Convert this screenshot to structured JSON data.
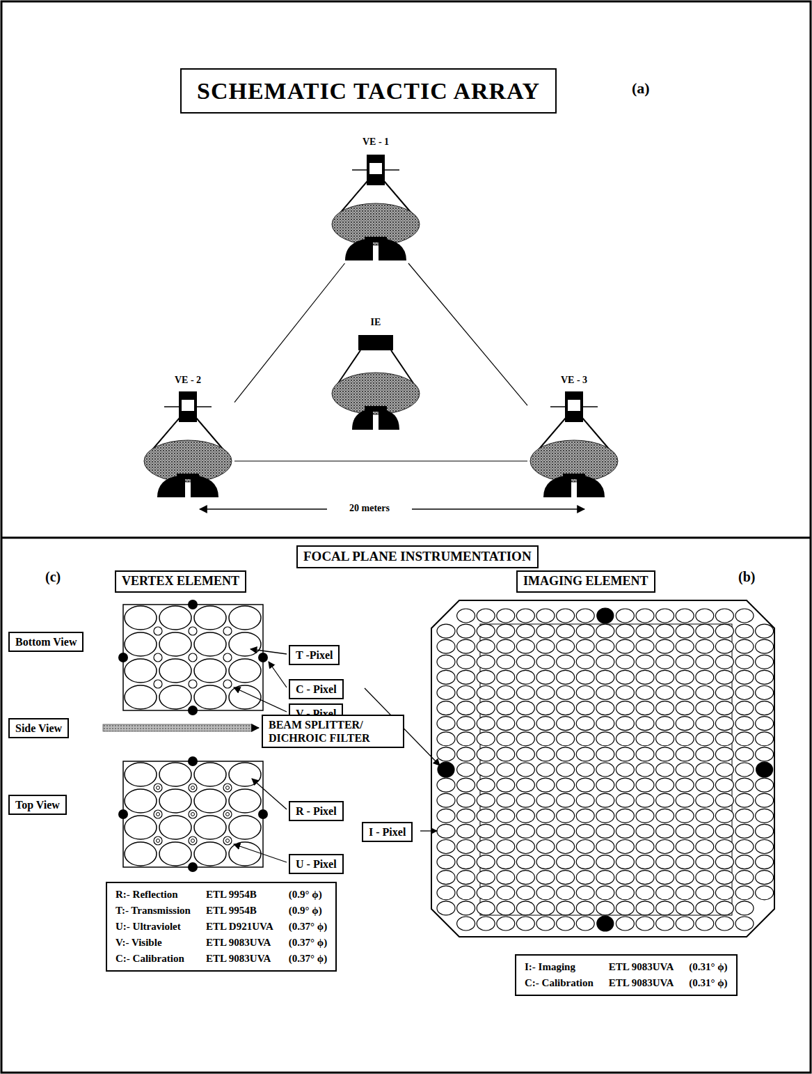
{
  "diagram": {
    "title": "SCHEMATIC TACTIC ARRAY",
    "nodes": [
      {
        "text": [
          "SCHEMATIC TACTIC ARRAY"
        ]
      },
      {
        "text": [
          "VE - 1"
        ]
      },
      {
        "text": [
          "IE"
        ]
      },
      {
        "text": [
          "VE - 2"
        ]
      },
      {
        "text": [
          "VE - 3"
        ]
      },
      {
        "text": [
          "FOCAL PLANE INSTRUMENTATION"
        ]
      },
      {
        "text": [
          "VERTEX ELEMENT"
        ]
      },
      {
        "text": [
          "IMAGING ELEMENT"
        ]
      },
      {
        "text": [
          "T -Pixel"
        ]
      },
      {
        "text": [
          "Bottom View"
        ]
      },
      {
        "text": [
          "C - Pixel"
        ]
      },
      {
        "text": [
          "V - Pixel"
        ]
      },
      {
        "text": [
          "Side View"
        ]
      },
      {
        "text": [
          "BEAM SPLITTER/ DICHROIC FILTER"
        ]
      },
      {
        "text": [
          "R - Pixel"
        ]
      },
      {
        "text": [
          "I - Pixel"
        ]
      },
      {
        "text": [
          "Top View"
        ]
      },
      {
        "text": [
          "U - Pixel"
        ]
      },
      {
        "text": [
          "R:- Reflection",
          "ETL 9954B",
          "(0.9° ϕ)",
          "T:- Transmission",
          "ETL 9954B",
          "(0.9° ϕ)",
          "U:- Ultraviolet",
          "ETL D921UVA",
          "(0.37° ϕ)",
          "V:- Visible",
          "ETL 9083UVA",
          "(0.37° ϕ)",
          "C:- Calibration",
          "ETL 9083UVA",
          "(0.37° ϕ)"
        ]
      },
      {
        "text": [
          "I:- Imaging",
          "ETL 9083UVA",
          "(0.31° ϕ)",
          "C:- Calibration",
          "ETL 9083UVA",
          "(0.31° ϕ)"
        ]
      }
    ],
    "edges": [
      {
        "from": 1,
        "to": 3,
        "arrow": "none"
      },
      {
        "from": 1,
        "to": 4,
        "arrow": "none"
      },
      {
        "from": 3,
        "to": 4,
        "arrow": "none"
      }
    ],
    "labels": [
      "(a)",
      "20 meters",
      "(c)",
      "(b)"
    ]
  }
}
